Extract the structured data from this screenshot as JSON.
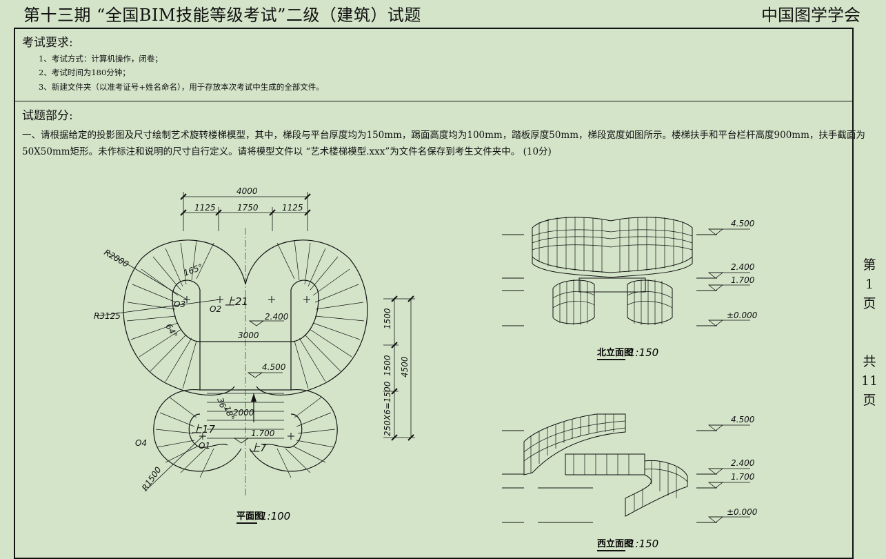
{
  "header": {
    "title": "第十三期 “全国BIM技能等级考试”二级（建筑）试题",
    "organization": "中国图学学会"
  },
  "requirements": {
    "heading": "考试要求:",
    "items": [
      "1、考试方式：计算机操作，闭卷；",
      "2、考试时间为180分钟；",
      "3、新建文件夹（以准考证号+姓名命名），用于存放本次考试中生成的全部文件。"
    ]
  },
  "questions": {
    "heading": "试题部分:",
    "line1": "一、请根据给定的投影图及尺寸绘制艺术旋转楼梯模型，其中，梯段与平台厚度均为150mm，踢面高度均为100mm，踏板厚度50mm，梯段宽度如图所示。楼梯扶手和平台栏杆高度900mm，扶手截面为",
    "line2": "50X50mm矩形。未作标注和说明的尺寸自行定义。请将模型文件以 “艺术楼梯模型.xxx”为文件名保存到考生文件夹中。 (10分)"
  },
  "page_indicator": {
    "current": [
      "第",
      "1",
      "页"
    ],
    "total": [
      "共",
      "11",
      "页"
    ]
  },
  "plan": {
    "title": "平面图",
    "scale": "1:100",
    "dims": {
      "total_width": "4000",
      "left_seg": "1125",
      "mid_seg": "1750",
      "right_seg": "1125",
      "r_small": "R2000",
      "r_large": "R3125",
      "r_bottom": "R1500",
      "angle_top": "165°",
      "angle_left": "64°",
      "angle_bottom": "36°",
      "angle_bottom2": "18°",
      "platform_width": "3000",
      "level_upper": "2.400",
      "level_top": "4.500",
      "level_lower": "1.700",
      "up_upper": "上21",
      "up_lower_left": "上17",
      "up_lower_right": "上7",
      "center_o1": "O1",
      "center_o2": "O2",
      "center_o3": "O3",
      "center_o4": "O4",
      "v_dim_1": "1500",
      "v_dim_2": "1500",
      "v_dim_3": "250X6=1500",
      "v_total": "4500",
      "len_2000": "2000"
    }
  },
  "north_elevation": {
    "title": "北立面图",
    "scale": "1:150",
    "levels": [
      "4.500",
      "2.400",
      "1.700",
      "±0.000"
    ]
  },
  "west_elevation": {
    "title": "西立面图",
    "scale": "1:150",
    "levels": [
      "4.500",
      "2.400",
      "1.700",
      "±0.000"
    ]
  }
}
